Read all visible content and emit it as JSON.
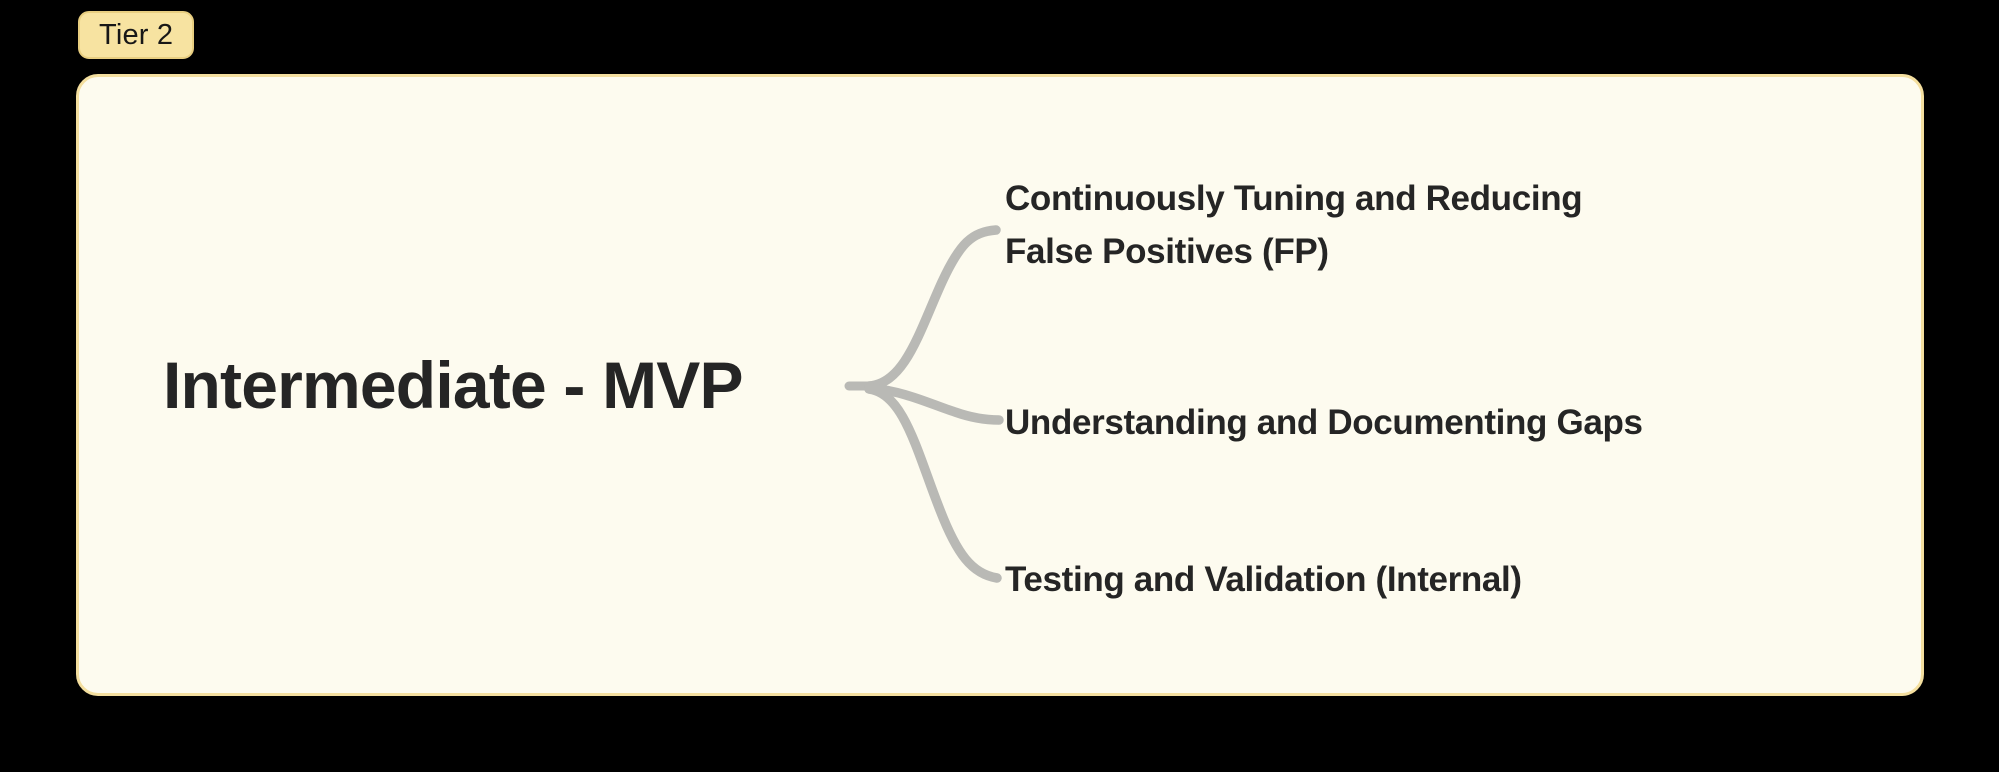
{
  "badge": {
    "label": "Tier 2",
    "fill_color": "#F7E3A1",
    "border_color": "#E8CE80",
    "text_color": "#171717"
  },
  "card": {
    "fill_color": "#FDFBEF",
    "border_color": "#F4DF9F"
  },
  "canvas": {
    "background_color": "#000000"
  },
  "mindmap": {
    "type": "mindmap",
    "orientation": "left-to-right",
    "root": {
      "label": "Intermediate - MVP",
      "text_color": "#252525"
    },
    "connector": {
      "color": "#B9B9B5",
      "style": "tapered-bezier"
    },
    "branches": [
      {
        "label": "Continuously Tuning and Reducing\nFalse Positives (FP)"
      },
      {
        "label": "Understanding and Documenting Gaps"
      },
      {
        "label": "Testing and Validation (Internal)"
      }
    ]
  }
}
